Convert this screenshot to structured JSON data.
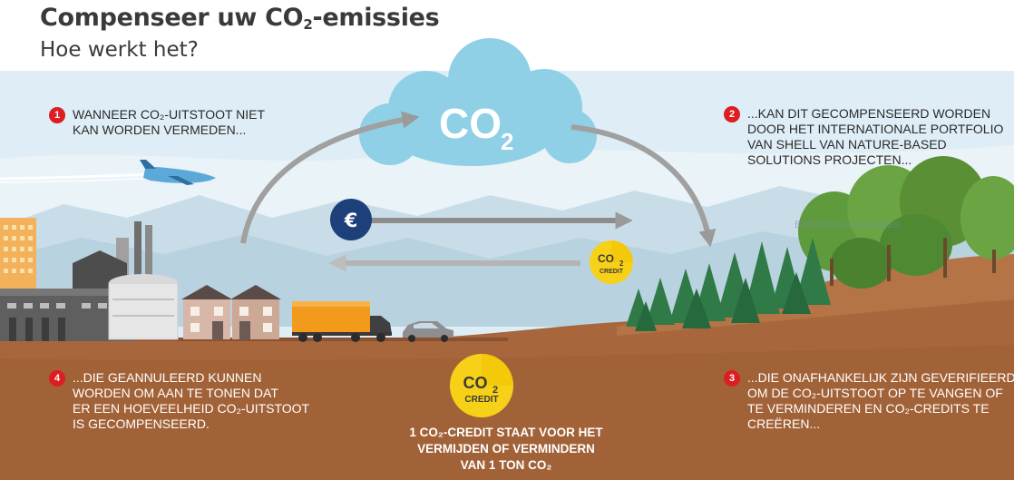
{
  "header": {
    "title_main": "Compenseer uw CO",
    "title_sub": "2",
    "title_end": "-emissies",
    "subtitle": "Hoe werkt het?"
  },
  "cloud": {
    "label": "CO",
    "label_sub": "2"
  },
  "coin_euro": {
    "symbol": "€"
  },
  "credit_badge": {
    "line1": "CO",
    "sub": "2",
    "line2": "CREDIT"
  },
  "steps": [
    {
      "number": "1",
      "lines": [
        "WANNEER CO₂-UITSTOOT NIET",
        "KAN WORDEN VERMEDEN..."
      ]
    },
    {
      "number": "2",
      "lines": [
        "...KAN DIT GECOMPENSEERD WORDEN",
        "DOOR HET INTERNATIONALE PORTFOLIO",
        " VAN SHELL VAN NATURE-BASED",
        "SOLUTIONS PROJECTEN..."
      ]
    },
    {
      "number": "3",
      "lines": [
        "...DIE ONAFHANKELIJK ZIJN GEVERIFIEERD",
        "OM DE CO₂-UITSTOOT  OP TE VANGEN OF",
        "TE VERMINDEREN EN CO₂-CREDITS TE",
        "CREËREN..."
      ]
    },
    {
      "number": "4",
      "lines": [
        "...DIE GEANNULEERD KUNNEN",
        "WORDEN OM AAN TE TONEN DAT",
        " ER EEN HOEVEELHEID CO₂-UITSTOOT",
        "IS GECOMPENSEERD."
      ]
    }
  ],
  "credit_statement": [
    "1 CO₂-CREDIT  STAAT VOOR HET",
    "VERMIJDEN OF VERMINDERN",
    "VAN 1 TON CO₂"
  ],
  "watermark": "Bibliotheekvoorbeeldsel",
  "colors": {
    "sky": "#dfeef6",
    "ground": "#a8663c",
    "cloud": "#8fd0e6",
    "forest_dark": "#2f7a47",
    "forest_light": "#6a9b3d",
    "accent_red": "#dd1d21",
    "credit_yellow": "#f7d117",
    "euro_blue": "#1d3f7a",
    "arrow_gray": "#8c8c8c"
  }
}
